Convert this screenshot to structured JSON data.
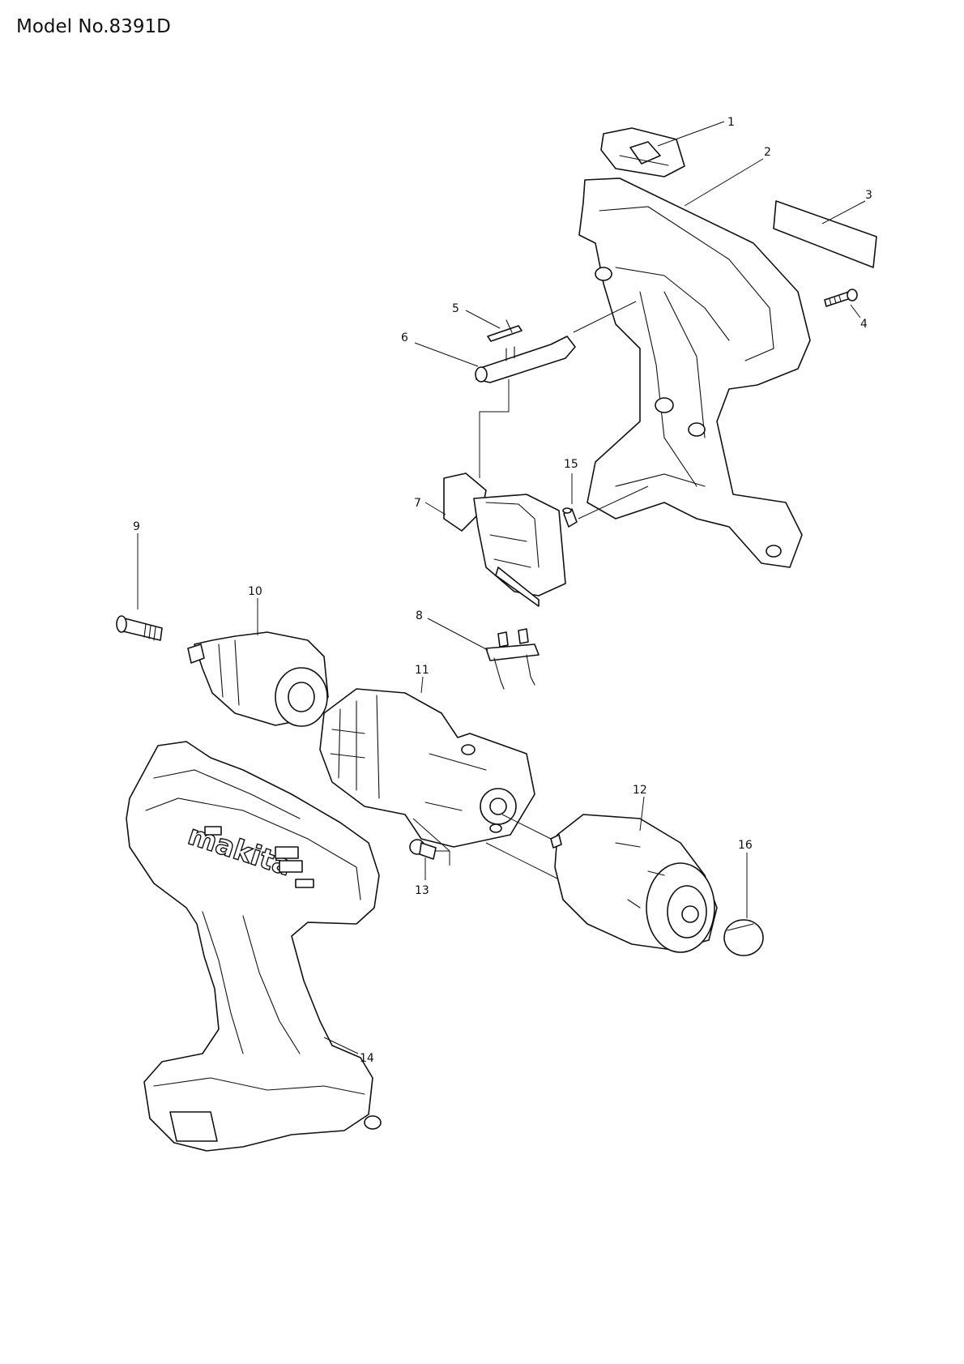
{
  "page": {
    "title": "Model No.8391D"
  },
  "parts": [
    {
      "no": "1"
    },
    {
      "no": "2"
    },
    {
      "no": "3"
    },
    {
      "no": "4"
    },
    {
      "no": "5"
    },
    {
      "no": "6"
    },
    {
      "no": "7"
    },
    {
      "no": "8"
    },
    {
      "no": "9"
    },
    {
      "no": "10"
    },
    {
      "no": "11"
    },
    {
      "no": "12"
    },
    {
      "no": "13"
    },
    {
      "no": "14"
    },
    {
      "no": "15"
    },
    {
      "no": "16"
    }
  ],
  "logo_text": "makita",
  "colors": {
    "line": "#111111",
    "background": "#ffffff"
  }
}
